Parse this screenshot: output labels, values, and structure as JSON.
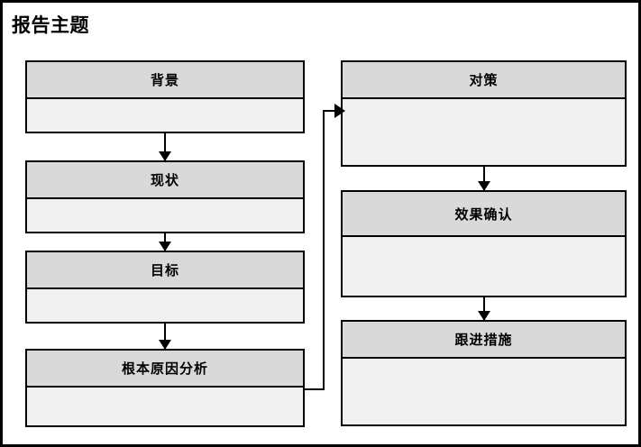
{
  "diagram": {
    "title": "报告主题",
    "background_color": "#ffffff",
    "frame_color": "#000000",
    "header_fill": "#d9d9d9",
    "body_fill": "#f0f0f0",
    "left_column": [
      {
        "label": "背景",
        "body_text": ""
      },
      {
        "label": "现状",
        "body_text": ""
      },
      {
        "label": "目标",
        "body_text": ""
      },
      {
        "label": "根本原因分析",
        "body_text": ""
      }
    ],
    "right_column": [
      {
        "label": "对策",
        "body_text": ""
      },
      {
        "label": "效果确认",
        "body_text": ""
      },
      {
        "label": "跟进措施",
        "body_text": ""
      }
    ],
    "connectors": [
      {
        "name": "arrow-background-to-current",
        "from": "背景",
        "to": "现状",
        "direction": "down"
      },
      {
        "name": "arrow-current-to-goal",
        "from": "现状",
        "to": "目标",
        "direction": "down"
      },
      {
        "name": "arrow-goal-to-rootcause",
        "from": "目标",
        "to": "根本原因分析",
        "direction": "down"
      },
      {
        "name": "arrow-rootcause-to-countermeasure",
        "from": "根本原因分析",
        "to": "对策",
        "direction": "right-up-elbow"
      },
      {
        "name": "arrow-countermeasure-to-effect",
        "from": "对策",
        "to": "效果确认",
        "direction": "down"
      },
      {
        "name": "arrow-effect-to-followup",
        "from": "效果确认",
        "to": "跟进措施",
        "direction": "down"
      }
    ]
  }
}
